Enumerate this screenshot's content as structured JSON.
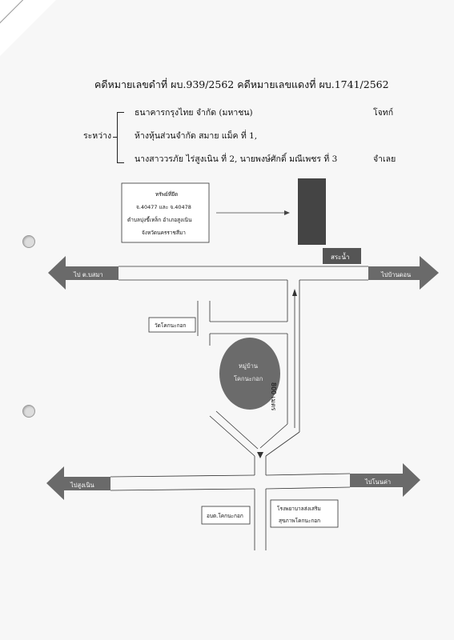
{
  "header": {
    "case_numbers": "คดีหมายเลขดำที่ ผบ.939/2562  คดีหมายเลขแดงที่ ผบ.1741/2562"
  },
  "parties": {
    "between_label": "ระหว่าง",
    "plaintiff": "ธนาคารกรุงไทย จำกัด (มหาชน)",
    "plaintiff_role": "โจทก์",
    "defendant_1": "ห้างหุ้นส่วนจำกัด สมาย แม็ค ที่ 1,",
    "defendant_2_3": "นางสาววรภัย  ไร่สูงเนิน ที่ 2, นายพงษ์ศักดิ์  มณีเพชร ที่ 3",
    "defendant_role": "จำเลย"
  },
  "map": {
    "property_box": {
      "title": "ทรัพย์ที่ยึด",
      "deeds": "จ.40477 และ จ.40478",
      "subdistrict": "ตำบลบุ่งขี้เหล็ก อำเภอสูงเนิน",
      "province": "จังหวัดนครราชสีมา"
    },
    "pond": "สระน้ำ",
    "road_left_top": "ไป ต.บสมา",
    "road_right_top": "ไปบ้านดอน",
    "temple": "วัดโคกนะกอก",
    "village_line1": "หมู่บ้าน",
    "village_line2": "โคกนะกอก",
    "distance": "800 เมตร",
    "road_left_bottom": "ไปสูงเนิน",
    "road_right_bottom": "ไปโนนค่า",
    "office": "อบต.โคกนะกอก",
    "hospital_line1": "โรงพยาบาลส่งเสริม",
    "hospital_line2": "สุขภาพโคกนะกอก"
  }
}
